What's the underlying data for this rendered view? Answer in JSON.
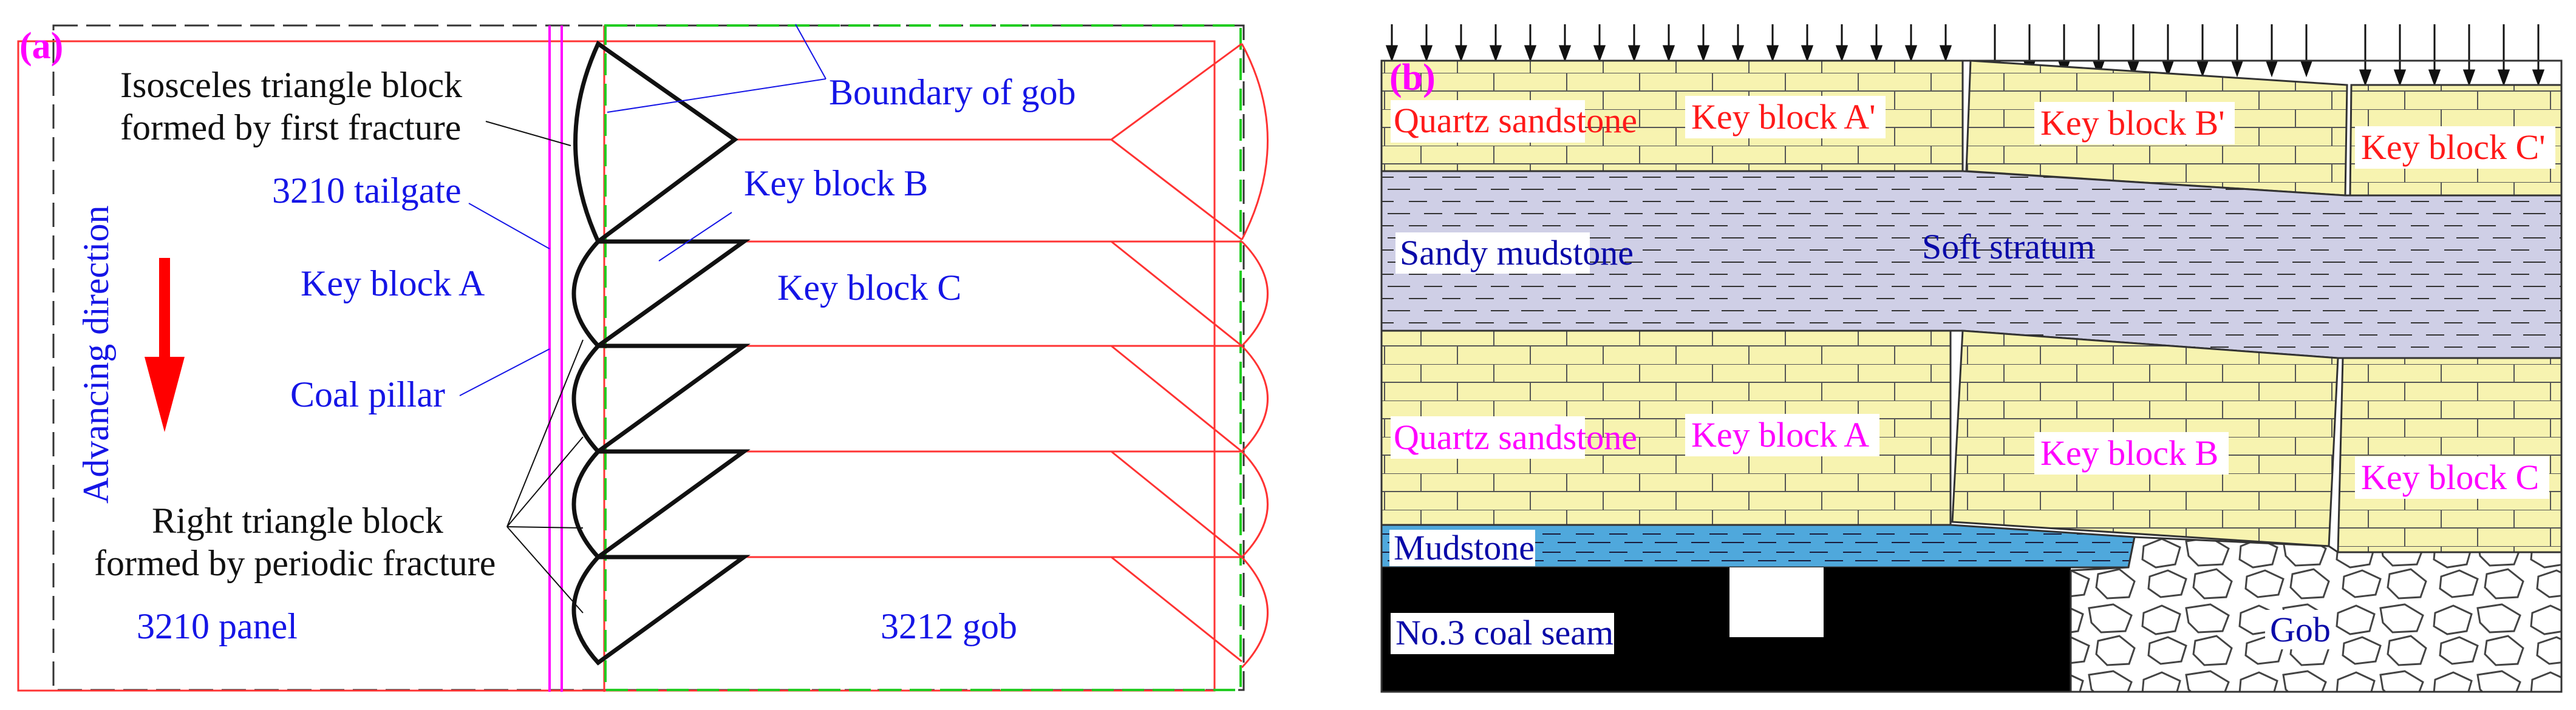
{
  "colors": {
    "red_outline": "#ff3333",
    "green_dashed": "#22cc22",
    "magenta": "#ff00ff",
    "blue_text": "#1515e6",
    "sandstone": "#f7f3b0",
    "mudstone_soft": "#cfcfe6",
    "mudstone": "#4fa8dc",
    "coal": "#000000",
    "arrow": "#ff0000"
  },
  "panel_a": {
    "tag": "(a)",
    "label_isosceles_1": "Isosceles triangle block",
    "label_isosceles_2": "formed by first fracture",
    "label_boundary": "Boundary of gob",
    "label_tailgate": "3210 tailgate",
    "label_key_block_b": "Key block B",
    "label_key_block_a": "Key block A",
    "label_key_block_c": "Key block C",
    "label_advancing": "Advancing direction",
    "label_coal_pillar": "Coal pillar",
    "label_right_tri_1": "Right triangle block",
    "label_right_tri_2": "formed by periodic fracture",
    "label_panel": "3210 panel",
    "label_gob": "3212 gob"
  },
  "panel_b": {
    "tag": "(b)",
    "label_quartz_top": "Quartz sandstone",
    "label_key_a_prime": "Key block A'",
    "label_key_b_prime": "Key block B'",
    "label_key_c_prime": "Key block C'",
    "label_sandy_mudstone": "Sandy mudstone",
    "label_soft_stratum": "Soft stratum",
    "label_quartz_bottom": "Quartz sandstone",
    "label_key_a": "Key block A",
    "label_key_b": "Key block B",
    "label_key_c": "Key block C",
    "label_mudstone": "Mudstone",
    "label_coal_seam": "No.3 coal seam",
    "label_gob": "Gob"
  }
}
